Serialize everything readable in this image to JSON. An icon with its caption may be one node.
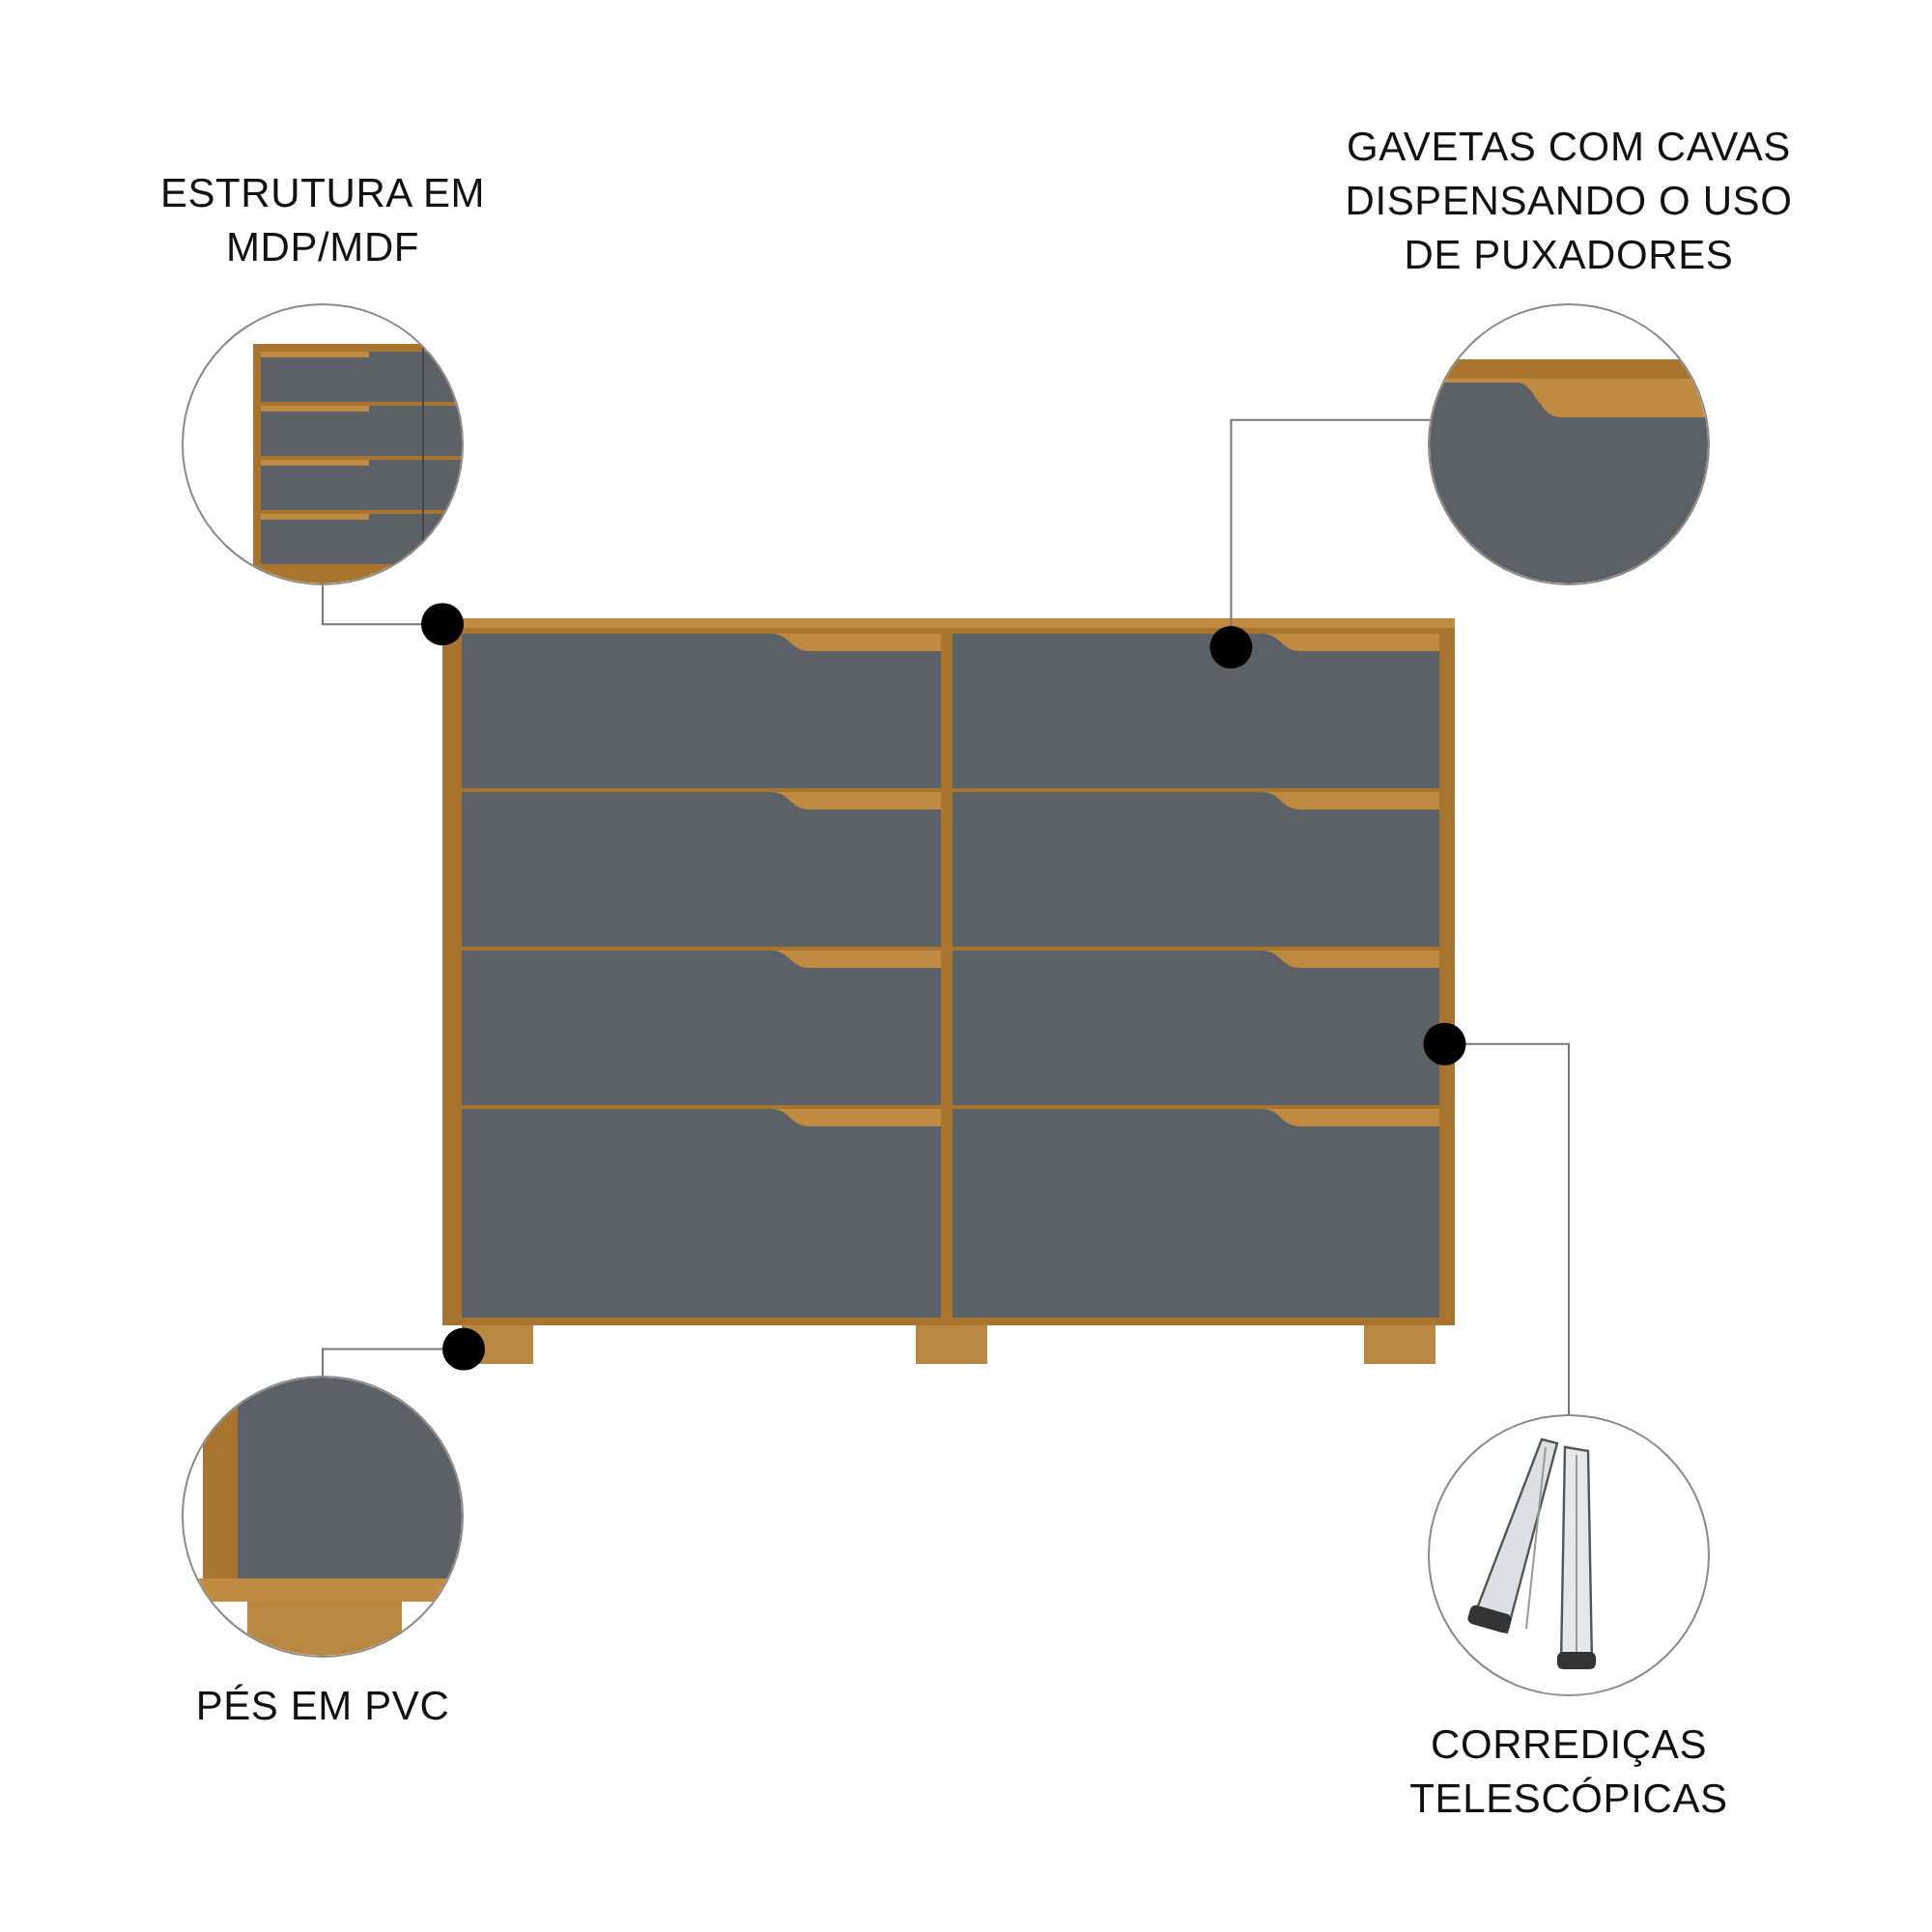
{
  "diagram": {
    "nodes": [
      {
        "text": [
          "ESTRUTURA EM MDP/MDF"
        ]
      },
      {
        "text": [
          "GAVETAS COM CAVAS DISPENSANDO O USO DE PUXADORES"
        ]
      },
      {
        "text": [],
        "shape": "picture"
      },
      {
        "text": [
          "PÉS EM PVC"
        ]
      },
      {
        "text": [
          "CORREDIÇAS TELESCÓPICAS"
        ]
      }
    ],
    "edges": [
      {
        "from": 0,
        "to": 2,
        "arrow": "other"
      },
      {
        "from": 1,
        "to": 2,
        "arrow": "other"
      },
      {
        "from": 3,
        "to": 2,
        "arrow": "other"
      },
      {
        "from": 4,
        "to": 2,
        "arrow": "other"
      }
    ]
  }
}
